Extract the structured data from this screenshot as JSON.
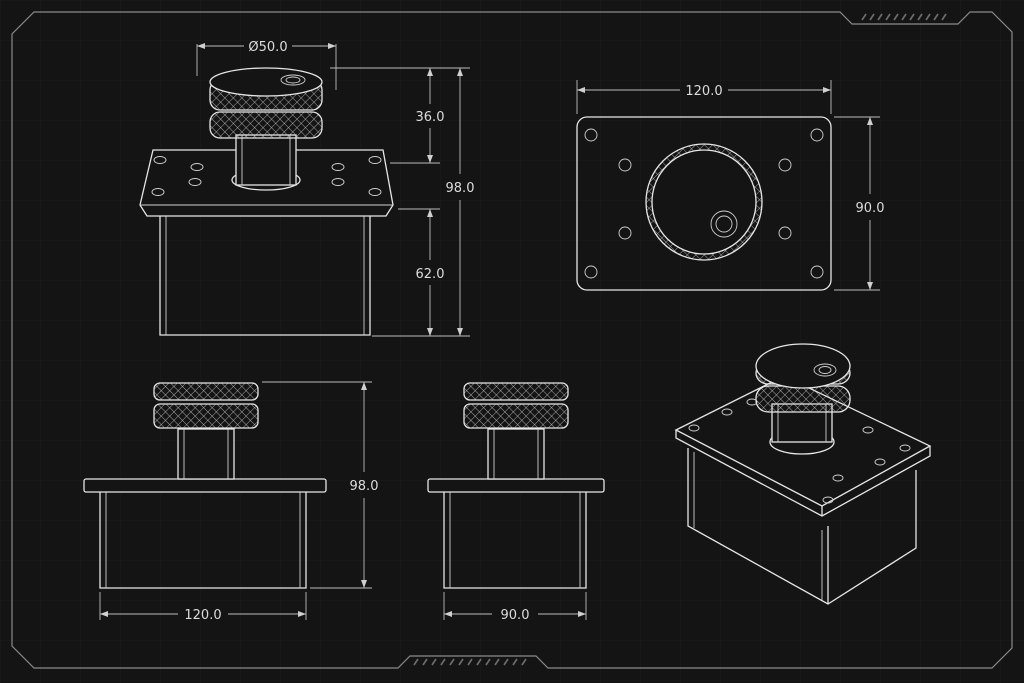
{
  "front_view": {
    "diameter": "Ø50.0",
    "knob_height": "36.0",
    "overall_height": "98.0",
    "body_height": "62.0"
  },
  "top_view": {
    "width": "120.0",
    "depth": "90.0"
  },
  "side_view_a": {
    "height": "98.0",
    "width": "120.0"
  },
  "side_view_b": {
    "width": "90.0"
  },
  "colors": {
    "background": "#141414",
    "line": "#e6e6e6",
    "frame": "#8a8a8a"
  }
}
